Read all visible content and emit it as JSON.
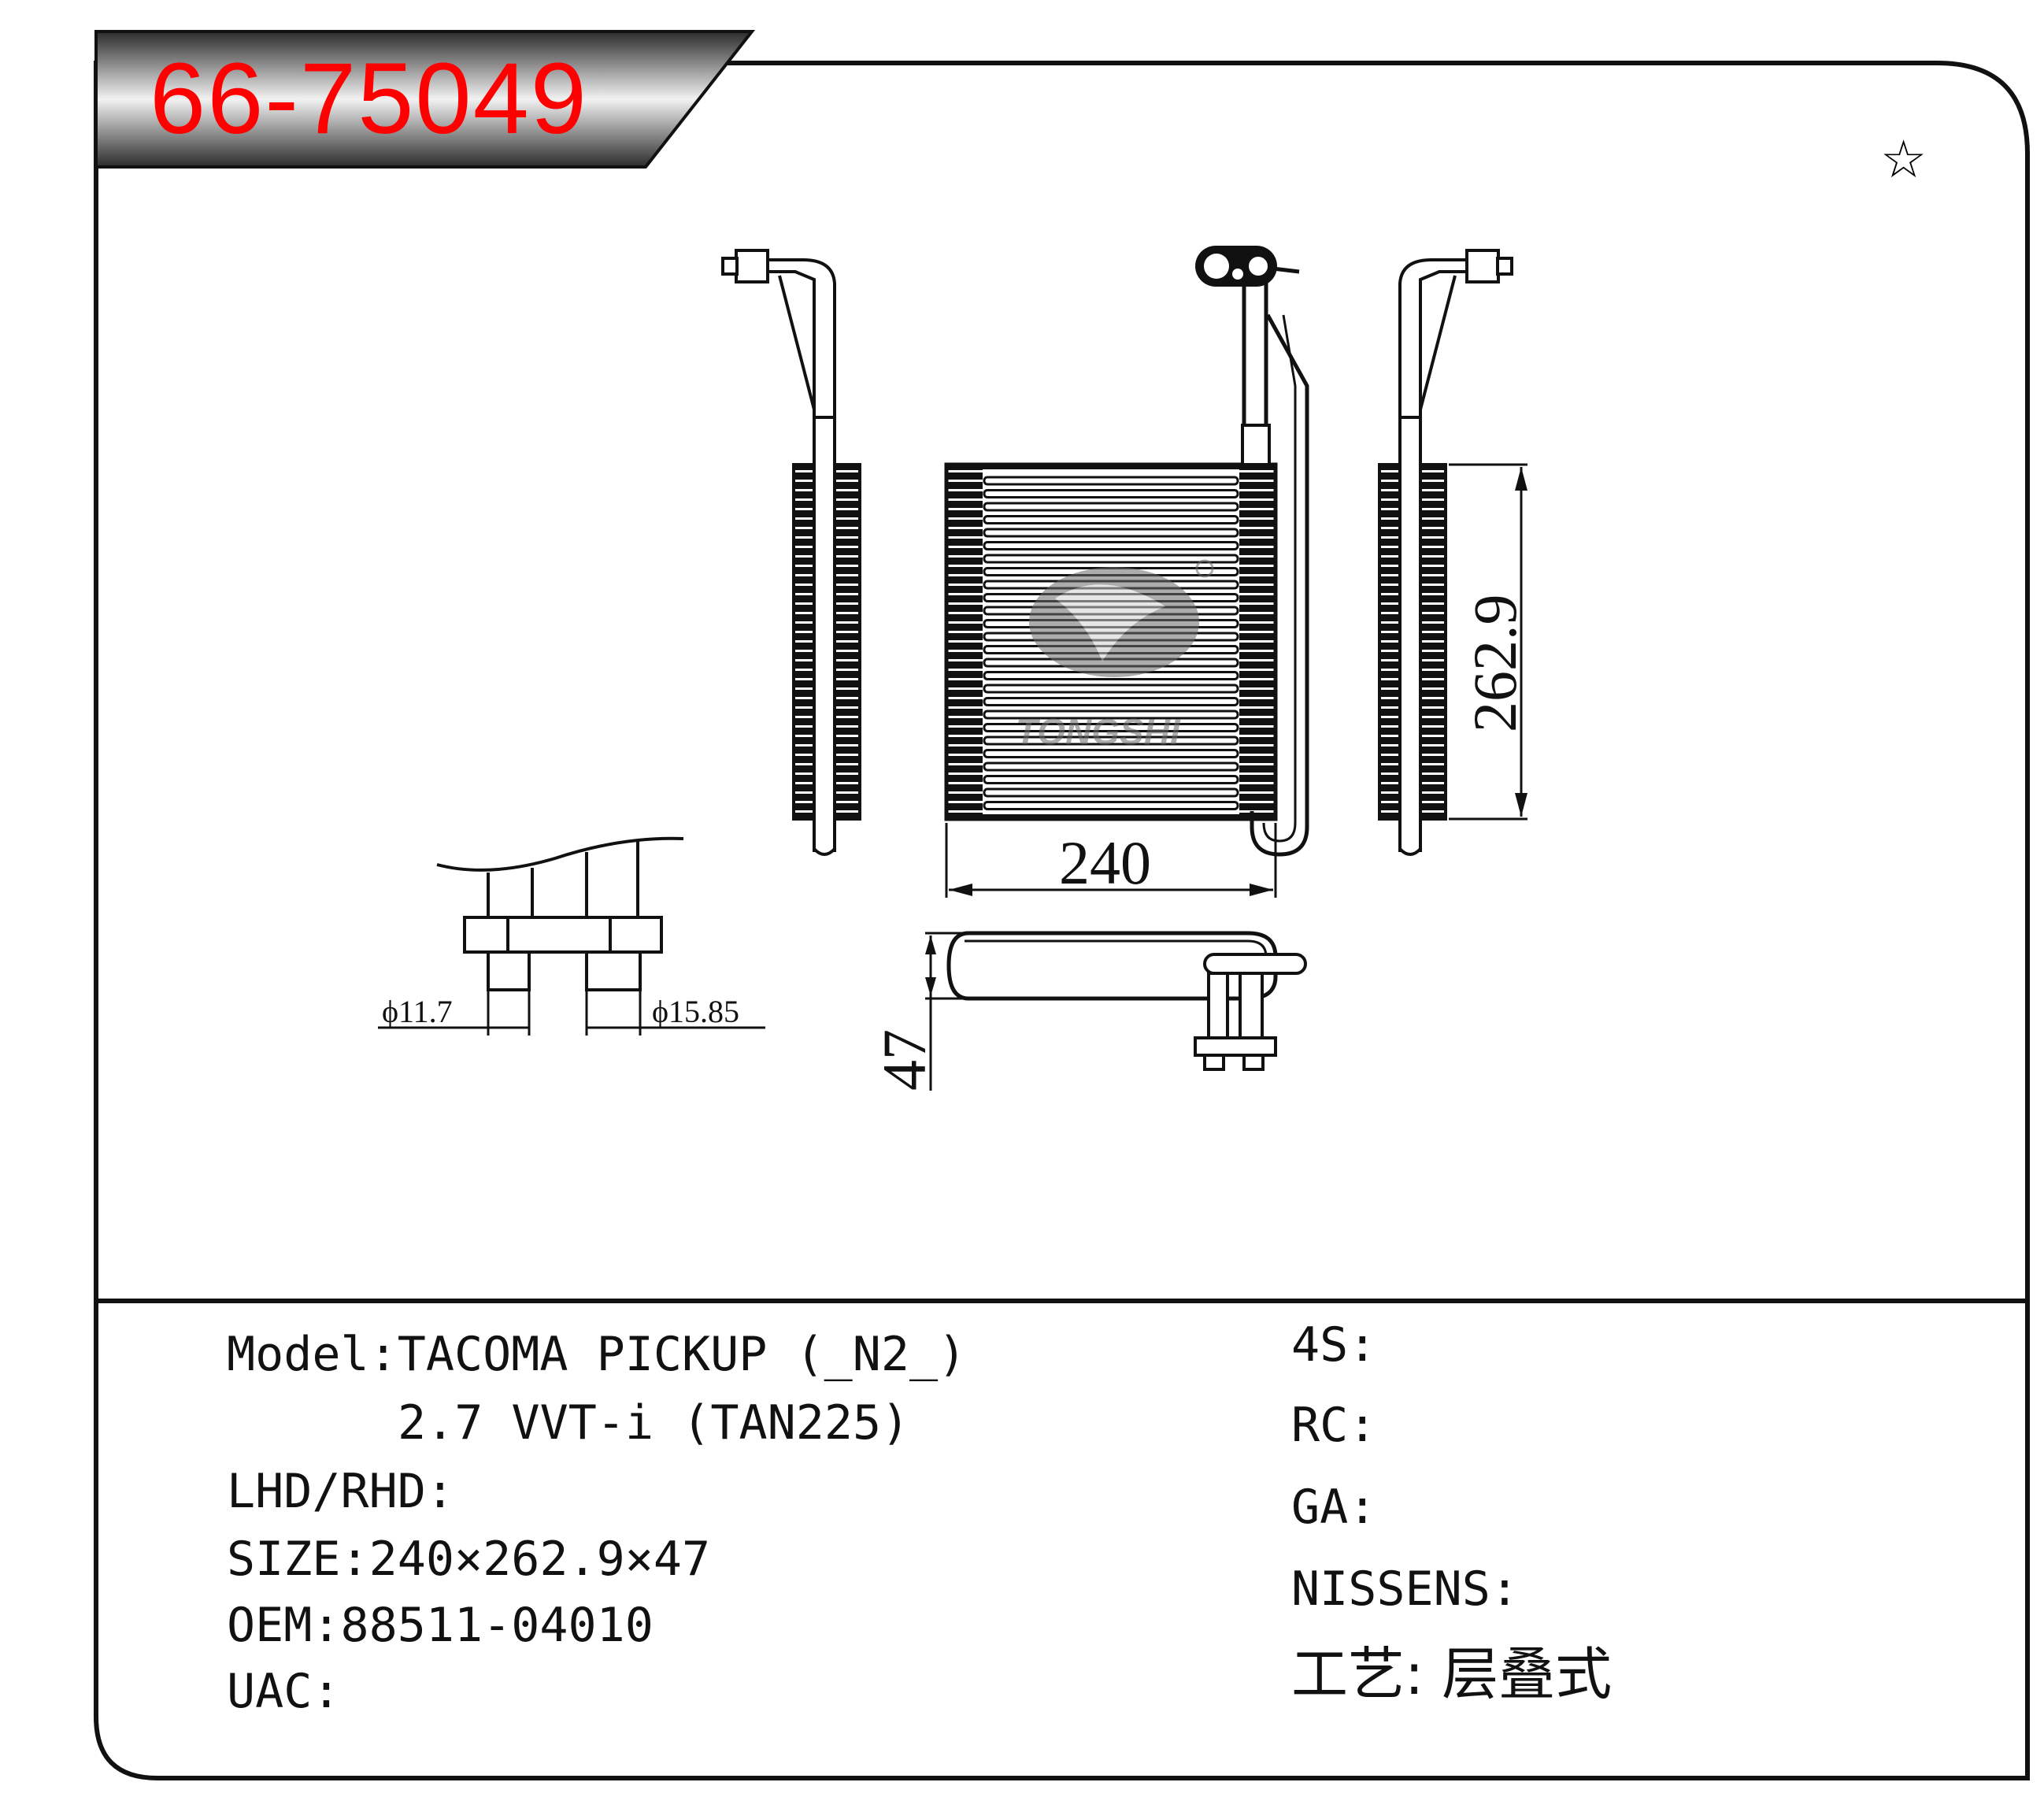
{
  "part_number": "66-75049",
  "colors": {
    "part_number": "#ff0000",
    "banner_gradient_dark": "#2b2b2b",
    "banner_gradient_light": "#f2f2f2",
    "lines": "#111111"
  },
  "icons": {
    "corner_mark": "star-outline-icon",
    "brand_watermark": "tongshi-logo-icon"
  },
  "corner_mark": "☆",
  "drawing": {
    "dim_width": "240",
    "dim_height": "262.9",
    "dim_depth": "47",
    "pipe_small": "ϕ11.7",
    "pipe_large": "ϕ15.85",
    "watermark_text": "TONGSHI"
  },
  "specs": {
    "model": "Model:TACOMA PICKUP (_N2_)",
    "engine": "2.7 VVT-i (TAN225)",
    "lhd_rhd": "LHD/RHD:",
    "size": "SIZE:240×262.9×47",
    "oem": "OEM:88511-04010",
    "uac": "UAC:"
  },
  "cross_refs": {
    "s4": "4S:",
    "rc": "RC:",
    "ga": "GA:",
    "nissens": "NISSENS:",
    "process": "工艺: 层叠式"
  }
}
